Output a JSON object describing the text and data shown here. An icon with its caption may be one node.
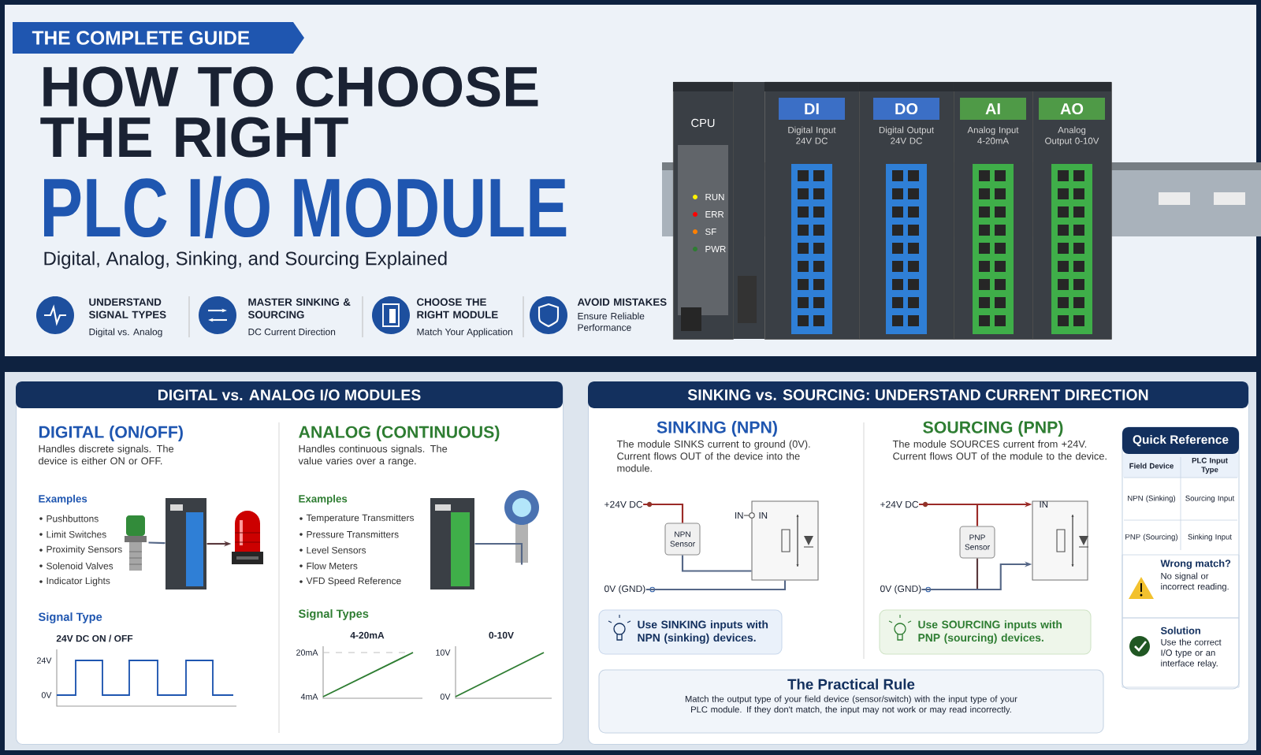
{
  "diagram": {
    "nodes": [
      {
        "text": [
          "THE COMPLETE GUIDE"
        ]
      },
      {
        "text": [
          "CPU"
        ]
      },
      {
        "text": [
          "DI",
          "Digital Input 24V DC"
        ]
      },
      {
        "text": [
          "DO",
          "Digital Output 24V DC"
        ]
      },
      {
        "text": [
          "AI",
          "Analog Input 4-20mA"
        ]
      },
      {
        "text": [
          "AO",
          "Analog Output 0-10V"
        ]
      },
      {
        "text": [
          "DIGITAL vs. ANALOG I/O MODULES"
        ]
      },
      {
        "text": [],
        "shape": "picture",
        "in": 6
      },
      {
        "text": [],
        "shape": "picture",
        "in": 6
      },
      {
        "text": [],
        "shape": "picture",
        "in": 6
      },
      {
        "text": [],
        "shape": "picture",
        "in": 6
      },
      {
        "text": [],
        "shape": "picture",
        "in": 6
      },
      {
        "text": [
          "SINKING vs. SOURCING: UNDERSTAND CURRENT DIRECTION"
        ]
      },
      {
        "text": [
          "+24V DC"
        ],
        "in": 12
      },
      {
        "text": [
          "NPN Sensor"
        ],
        "in": 12
      },
      {
        "text": [],
        "shape": "box",
        "in": 12
      },
      {
        "text": [
          "0V (GND)"
        ],
        "in": 12
      },
      {
        "text": [
          "Use SINKING inputs with NPN (sinking) devices."
        ],
        "in": 12
      },
      {
        "text": [
          "+24V DC"
        ],
        "in": 12
      },
      {
        "text": [
          "PNP Sensor"
        ],
        "in": 12
      },
      {
        "text": [],
        "shape": "box",
        "in": 12
      },
      {
        "text": [
          "0V (GND)"
        ],
        "in": 12
      },
      {
        "text": [
          "Use SOURCING inputs with PNP (sourcing) devices."
        ],
        "in": 12
      },
      {
        "text": [
          "The Practical Rule",
          "Match the output type of your field device (sensor/switch) with the input type of your PLC module. If they don't match, the input may not work or may read incorrectly."
        ],
        "in": 12
      },
      {
        "text": [
          "Quick Reference"
        ],
        "in": 12
      },
      {
        "text": [
          "Wrong match?",
          "No signal or incorrect reading."
        ],
        "in": 24
      },
      {
        "text": [
          "Solution",
          "Use the correct I/O type or an interface relay."
        ],
        "in": 24
      }
    ],
    "edges": [
      {
        "from": 7,
        "to": 8,
        "arrow": "none"
      },
      {
        "from": 8,
        "to": 9,
        "arrow": "to",
        "color": "#444444"
      },
      {
        "from": 10,
        "to": 11,
        "arrow": "none"
      },
      {
        "from": 13,
        "to": 14,
        "arrow": "none",
        "color": "#8b3a2a"
      },
      {
        "from": 14,
        "to": 15,
        "arrow": "none"
      },
      {
        "from": 16,
        "to": 15,
        "arrow": "none"
      },
      {
        "from": 18,
        "to": 19,
        "arrow": "none",
        "color": "#8b3a2a"
      },
      {
        "from": 18,
        "to": 20,
        "arrow": "to",
        "color": "#8b3a2a"
      },
      {
        "from": 19,
        "to": 21,
        "arrow": "none",
        "color": "#444444"
      },
      {
        "from": 21,
        "to": 20,
        "arrow": "to"
      }
    ],
    "labels": [
      "HOW TO CHOOSE THE RIGHT",
      "PLC I/O MODULE",
      "Digital, Analog, Sinking, and Sourcing Explained",
      "UNDERSTAND SIGNAL TYPES",
      "Digital vs. Analog",
      "MASTER SINKING & SOURCING",
      "DC Current Direction",
      "CHOOSE THE RIGHT MODULE",
      "Match Your Application",
      "AVOID MISTAKES",
      "Ensure Reliable Performance",
      "RUN",
      "ERR",
      "SF",
      "PWR",
      "DIGITAL (ON/OFF)",
      "Handles discrete signals. The device is either ON or OFF.",
      "Examples",
      "Pushbuttons",
      "Limit Switches",
      "Proximity Sensors",
      "Solenoid Valves",
      "Indicator Lights",
      "Signal Type",
      "24V DC ON / OFF",
      "24V",
      "0V",
      "ANALOG (CONTINUOUS)",
      "Handles continuous signals. The value varies over a range.",
      "Examples",
      "Temperature Transmitters",
      "Pressure Transmitters",
      "Level Sensors",
      "Flow Meters",
      "VFD Speed Reference",
      "Signal Types",
      "4-20mA",
      "20mA",
      "4mA",
      "0-10V",
      "10V",
      "0V",
      "SINKING (NPN)",
      "The module SINKS current to ground (0V). Current flows OUT of the device into the module.",
      "IN",
      "IN",
      "SOURCING (PNP)",
      "The module SOURCES current from +24V. Current flows OUT of the module to the device.",
      "IN",
      "Field Device",
      "PLC Input Type",
      "NPN (Sinking)",
      "Sourcing Input",
      "PNP (Sourcing)",
      "Sinking Input"
    ]
  }
}
